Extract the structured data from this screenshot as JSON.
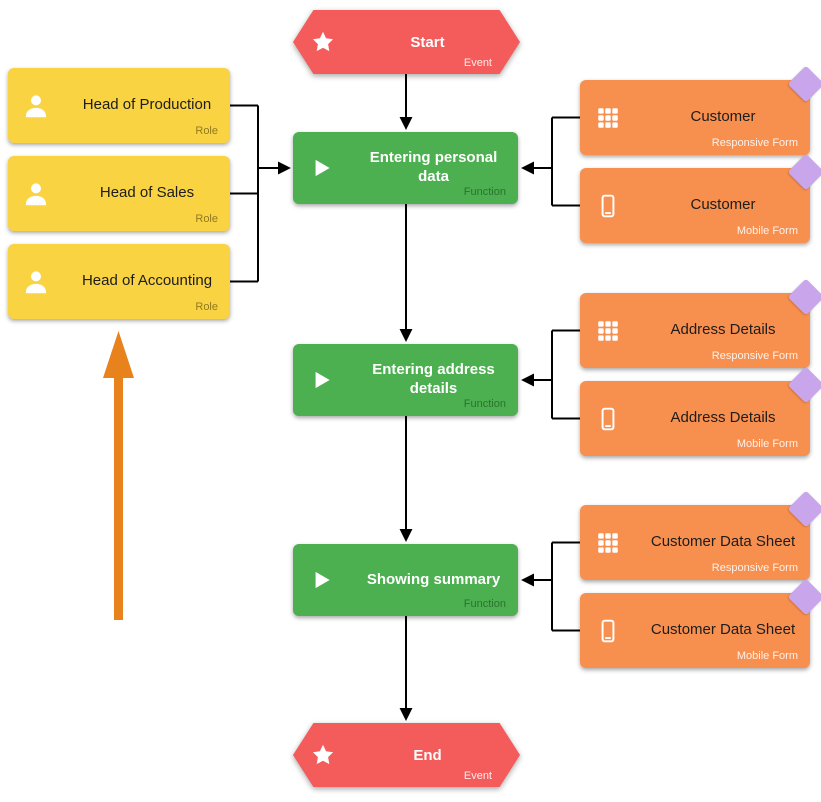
{
  "diagram": {
    "start_event": {
      "label": "Start",
      "type": "Event"
    },
    "end_event": {
      "label": "End",
      "type": "Event"
    },
    "roles": [
      {
        "label": "Head of Production",
        "type": "Role"
      },
      {
        "label": "Head of Sales",
        "type": "Role"
      },
      {
        "label": "Head of Accounting",
        "type": "Role"
      }
    ],
    "functions": [
      {
        "label": "Entering personal data",
        "type": "Function"
      },
      {
        "label": "Entering address details",
        "type": "Function"
      },
      {
        "label": "Showing summary",
        "type": "Function"
      }
    ],
    "forms": [
      {
        "label": "Customer",
        "type": "Responsive Form",
        "icon": "grid-icon"
      },
      {
        "label": "Customer",
        "type": "Mobile Form",
        "icon": "mobile-icon"
      },
      {
        "label": "Address Details",
        "type": "Responsive Form",
        "icon": "grid-icon"
      },
      {
        "label": "Address Details",
        "type": "Mobile Form",
        "icon": "mobile-icon"
      },
      {
        "label": "Customer Data Sheet",
        "type": "Responsive Form",
        "icon": "grid-icon"
      },
      {
        "label": "Customer Data Sheet",
        "type": "Mobile Form",
        "icon": "mobile-icon"
      }
    ],
    "colors": {
      "event": "#F45B5B",
      "role": "#F9D342",
      "function": "#4CAF50",
      "form": "#F78F4F",
      "tag": "#C9A6EC",
      "flow_arrow": "#E8821C",
      "connector": "#000000"
    }
  }
}
